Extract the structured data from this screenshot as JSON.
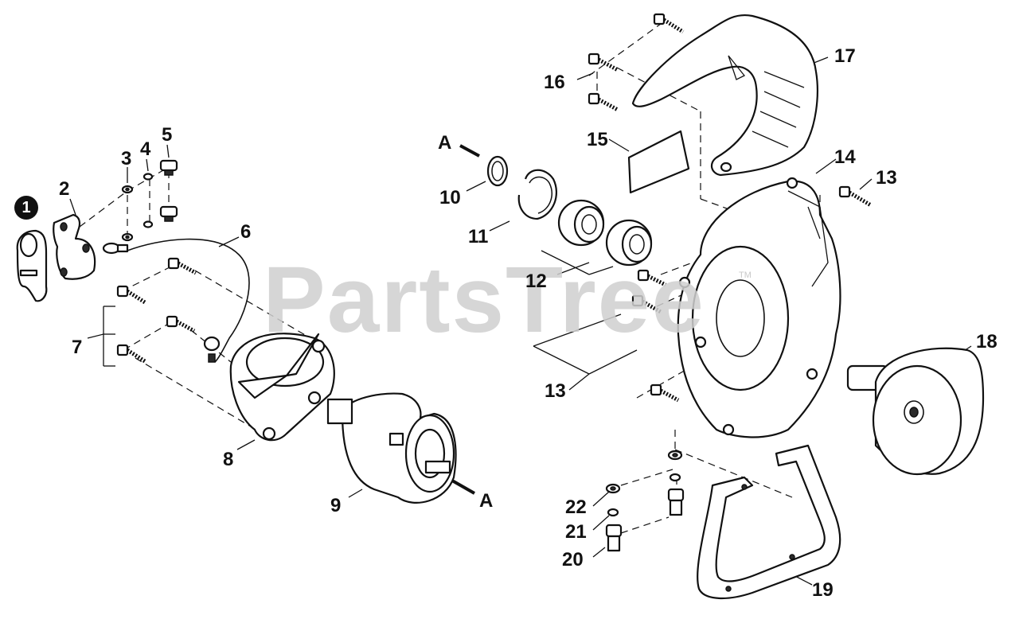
{
  "watermark": {
    "text": "PartsTree",
    "mark": "TM"
  },
  "callouts": {
    "c1": "1",
    "c2": "2",
    "c3": "3",
    "c4": "4",
    "c5": "5",
    "c6": "6",
    "c7": "7",
    "c8": "8",
    "c9": "9",
    "c10": "10",
    "c11": "11",
    "c12": "12",
    "c13a": "13",
    "c13b": "13",
    "c14": "14",
    "c15": "15",
    "c16": "16",
    "c17": "17",
    "c18": "18",
    "c19": "19",
    "c20": "20",
    "c21": "21",
    "c22": "22",
    "a1": "A",
    "a2": "A"
  }
}
